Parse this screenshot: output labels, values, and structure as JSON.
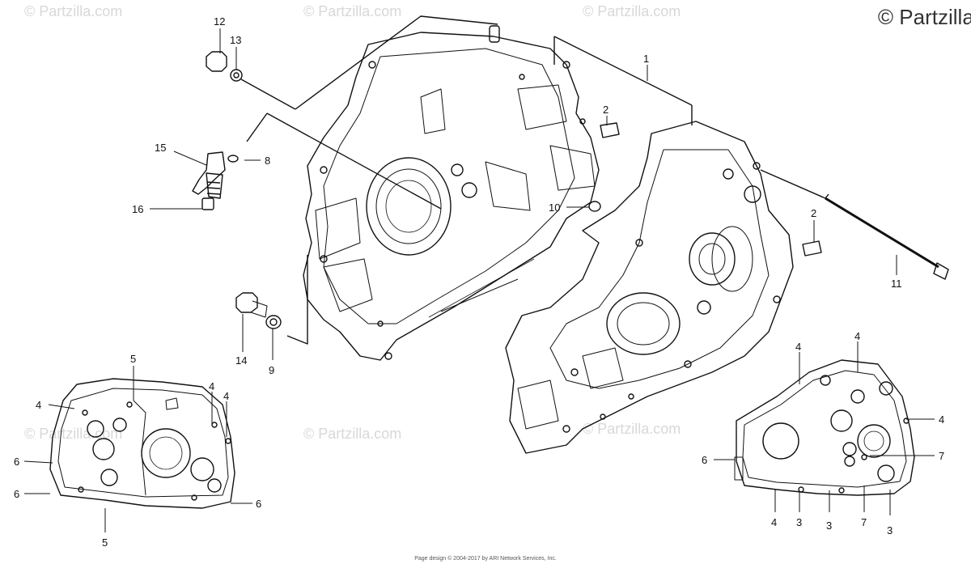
{
  "copyright": "© Partzilla.c",
  "watermark": "© Partzilla.com",
  "footer": "Page design © 2004-2017 by ARI Network Services, Inc.",
  "callouts": [
    {
      "id": "c1",
      "label": "1"
    },
    {
      "id": "c2a",
      "label": "2"
    },
    {
      "id": "c2b",
      "label": "2"
    },
    {
      "id": "c3a",
      "label": "3"
    },
    {
      "id": "c3b",
      "label": "3"
    },
    {
      "id": "c3c",
      "label": "3"
    },
    {
      "id": "c4a",
      "label": "4"
    },
    {
      "id": "c4b",
      "label": "4"
    },
    {
      "id": "c4c",
      "label": "4"
    },
    {
      "id": "c4d",
      "label": "4"
    },
    {
      "id": "c4e",
      "label": "4"
    },
    {
      "id": "c4f",
      "label": "4"
    },
    {
      "id": "c4g",
      "label": "4"
    },
    {
      "id": "c5a",
      "label": "5"
    },
    {
      "id": "c5b",
      "label": "5"
    },
    {
      "id": "c6a",
      "label": "6"
    },
    {
      "id": "c6b",
      "label": "6"
    },
    {
      "id": "c6c",
      "label": "6"
    },
    {
      "id": "c6d",
      "label": "6"
    },
    {
      "id": "c7a",
      "label": "7"
    },
    {
      "id": "c7b",
      "label": "7"
    },
    {
      "id": "c8",
      "label": "8"
    },
    {
      "id": "c9",
      "label": "9"
    },
    {
      "id": "c10",
      "label": "10"
    },
    {
      "id": "c11",
      "label": "11"
    },
    {
      "id": "c12",
      "label": "12"
    },
    {
      "id": "c13",
      "label": "13"
    },
    {
      "id": "c14",
      "label": "14"
    },
    {
      "id": "c15",
      "label": "15"
    },
    {
      "id": "c16",
      "label": "16"
    }
  ]
}
